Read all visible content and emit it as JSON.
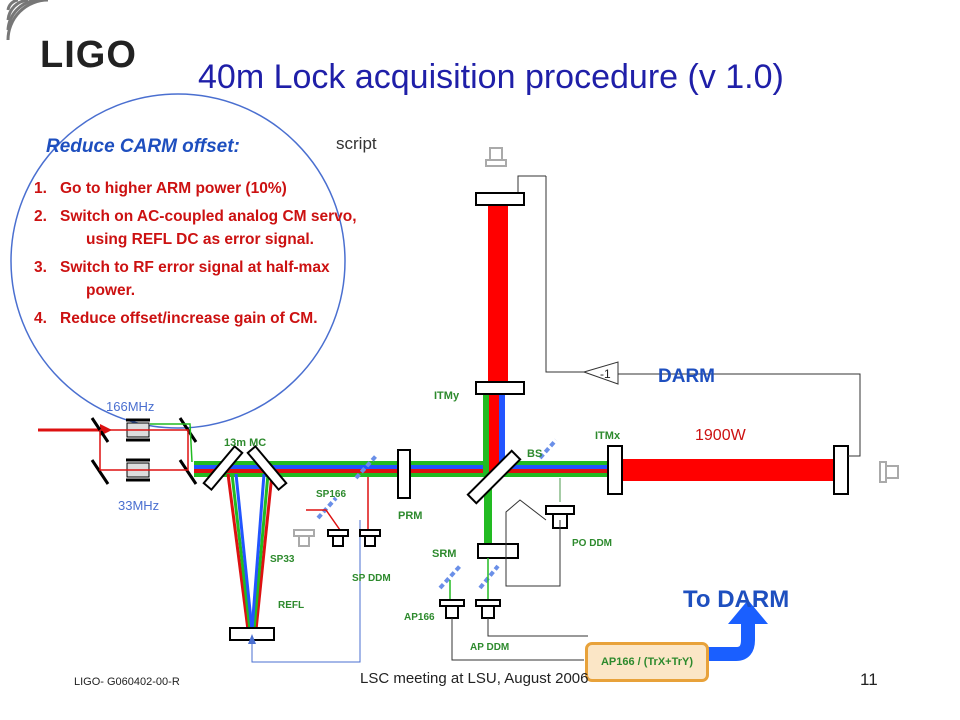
{
  "logo": "LIGO",
  "title": "40m Lock acquisition procedure (v 1.0)",
  "script_label": "script",
  "section_heading": "Reduce CARM offset:",
  "steps": [
    {
      "num": "1.",
      "text": "Go to higher ARM power (10%)"
    },
    {
      "num": "2.",
      "text": "Switch on AC-coupled analog CM servo, using REFL DC as error signal."
    },
    {
      "num": "3.",
      "text": "Switch to RF error signal at half-max power."
    },
    {
      "num": "4.",
      "text": "Reduce offset/increase gain of CM."
    }
  ],
  "labels": {
    "mhz166": "166MHz",
    "mhz33": "33MHz",
    "mc": "13m MC",
    "sp166": "SP166",
    "sp33": "SP33",
    "sp_ddm": "SP DDM",
    "refl": "REFL",
    "prm": "PRM",
    "itmy": "ITMy",
    "itmx": "ITMx",
    "bs": "BS",
    "srm": "SRM",
    "po_ddm": "PO DDM",
    "ap166": "AP166",
    "ap_ddm": "AP DDM",
    "darm": "DARM",
    "minus_one": "-1",
    "power": "1900W",
    "to_darm": "To DARM",
    "ap_box": "AP166 / (TrX+TrY)"
  },
  "footer": {
    "doc_id": "LIGO- G060402-00-R",
    "meeting": "LSC meeting at LSU, August 2006",
    "page": "11"
  },
  "colors": {
    "title": "#1f1fa8",
    "heading": "#1e4fbf",
    "steps": "#cc1111",
    "beam_red": "#ff0000",
    "beam_green": "#22bb22",
    "beam_blue": "#2255ff",
    "mirror_dash": "#6a8fe8"
  }
}
